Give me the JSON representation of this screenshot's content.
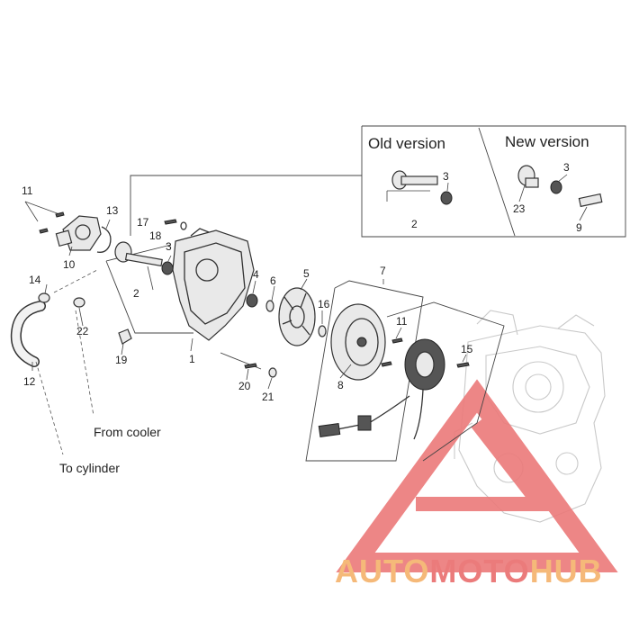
{
  "inset": {
    "old_version_label": "Old version",
    "new_version_label": "New version",
    "old_refs": [
      "2",
      "3"
    ],
    "new_refs": [
      "3",
      "23",
      "9"
    ]
  },
  "callouts": {
    "c1": "1",
    "c2": "2",
    "c3": "3",
    "c4": "4",
    "c5": "5",
    "c6": "6",
    "c7": "7",
    "c8": "8",
    "c10": "10",
    "c11a": "11",
    "c11b": "11",
    "c12": "12",
    "c13": "13",
    "c14": "14",
    "c15": "15",
    "c16": "16",
    "c17": "17",
    "c18": "18",
    "c19": "19",
    "c20": "20",
    "c21": "21",
    "c22": "22"
  },
  "destinations": {
    "from_cooler": "From cooler",
    "to_cylinder": "To cylinder"
  },
  "watermark": {
    "text_part1": "AUTO",
    "text_part2": "MOTO",
    "text_part3": "HUB",
    "color_orange": "#f5b26b",
    "color_red": "#e96d6d"
  }
}
